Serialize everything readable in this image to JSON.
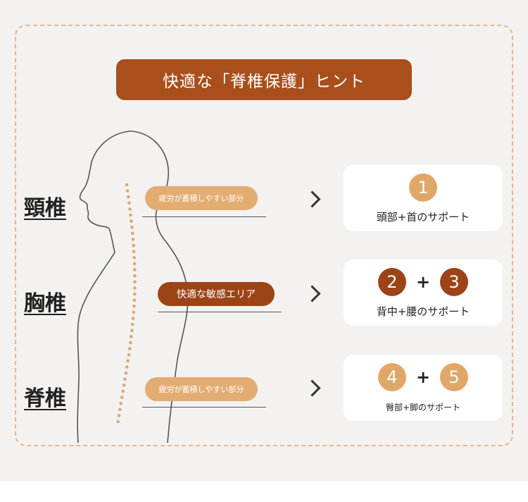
{
  "title": "快適な「脊椎保護」ヒント",
  "sections": [
    {
      "label": "頸椎",
      "note": "疲労が蓄積しやすい部分",
      "card": {
        "badges": [
          "1"
        ],
        "plus": "",
        "text": "頭部+首のサポート"
      }
    },
    {
      "label": "胸椎",
      "note": "快適な敏感エリア",
      "card": {
        "badges": [
          "2",
          "3"
        ],
        "plus": "+",
        "text": "背中+腰のサポート"
      }
    },
    {
      "label": "脊椎",
      "note": "疲労が蓄積しやすい部分",
      "card": {
        "badges": [
          "4",
          "5"
        ],
        "plus": "+",
        "text": "臀部+脚のサポート"
      }
    }
  ],
  "colors": {
    "accent_dark": "#a84f1c",
    "accent_light": "#e0a868",
    "frame_dash": "#e9b48d"
  }
}
